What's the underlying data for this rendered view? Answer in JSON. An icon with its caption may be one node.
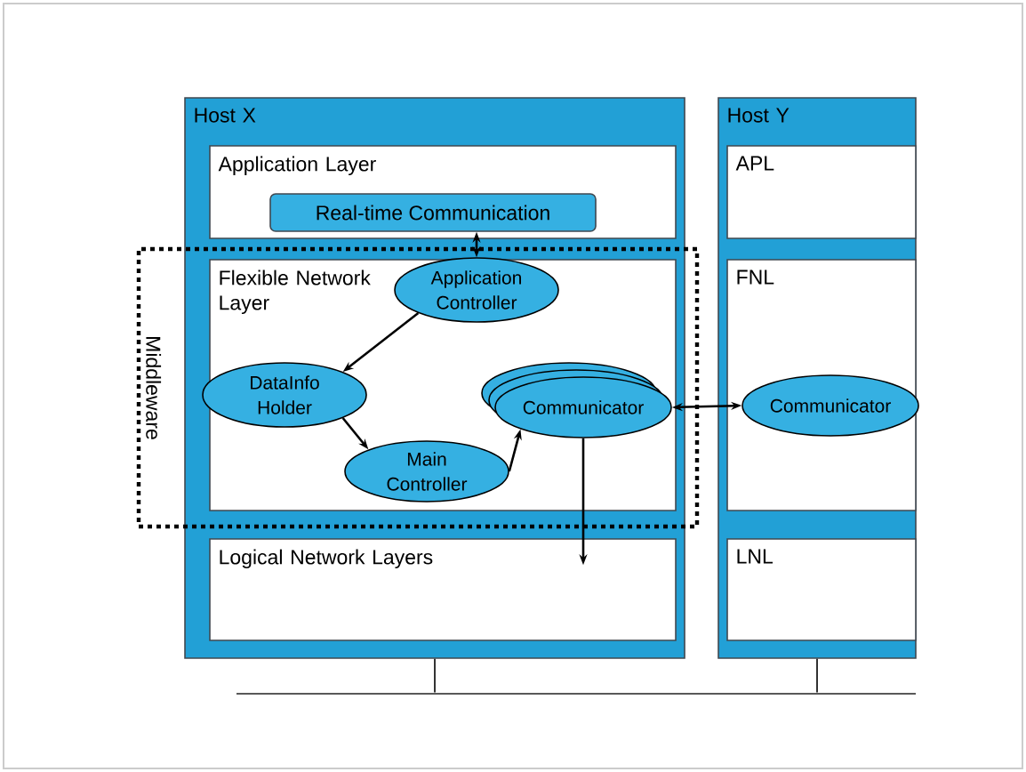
{
  "diagram": {
    "nodes": [
      {
        "text": [
          "Host X"
        ]
      },
      {
        "text": [
          "Application Layer"
        ],
        "in": 0
      },
      {
        "text": [
          "Real-time Communication"
        ],
        "in": 1
      },
      {
        "text": [
          "Flexible Network Layer"
        ],
        "in": 14
      },
      {
        "text": [
          "Application Controller"
        ],
        "in": 3
      },
      {
        "text": [
          "DataInfo Holder"
        ],
        "in": 3
      },
      {
        "text": [
          "Main Controller"
        ],
        "in": 3
      },
      {
        "text": [
          "Communicator"
        ],
        "in": 3
      },
      {
        "text": [
          "Logical Network Layers"
        ],
        "in": 0
      },
      {
        "text": [
          "Host Y"
        ]
      },
      {
        "text": [
          "APL"
        ],
        "in": 9
      },
      {
        "text": [
          "FNL"
        ],
        "in": 9
      },
      {
        "text": [
          "Communicator"
        ],
        "in": 11
      },
      {
        "text": [
          "LNL"
        ],
        "in": 9
      },
      {
        "text": [
          "Middleware"
        ]
      },
      {
        "text": [],
        "shape": "bar"
      }
    ],
    "edges": [
      {
        "from": 2,
        "to": 4,
        "arrow": "both"
      },
      {
        "from": 4,
        "to": 5,
        "arrow": "to"
      },
      {
        "from": 5,
        "to": 6,
        "arrow": "to"
      },
      {
        "from": 6,
        "to": 7,
        "arrow": "to"
      },
      {
        "from": 7,
        "to": 8,
        "arrow": "to"
      },
      {
        "from": 7,
        "to": 12,
        "arrow": "both"
      },
      {
        "from": 0,
        "to": 15,
        "arrow": "none"
      },
      {
        "from": 9,
        "to": 15,
        "arrow": "none"
      }
    ]
  }
}
